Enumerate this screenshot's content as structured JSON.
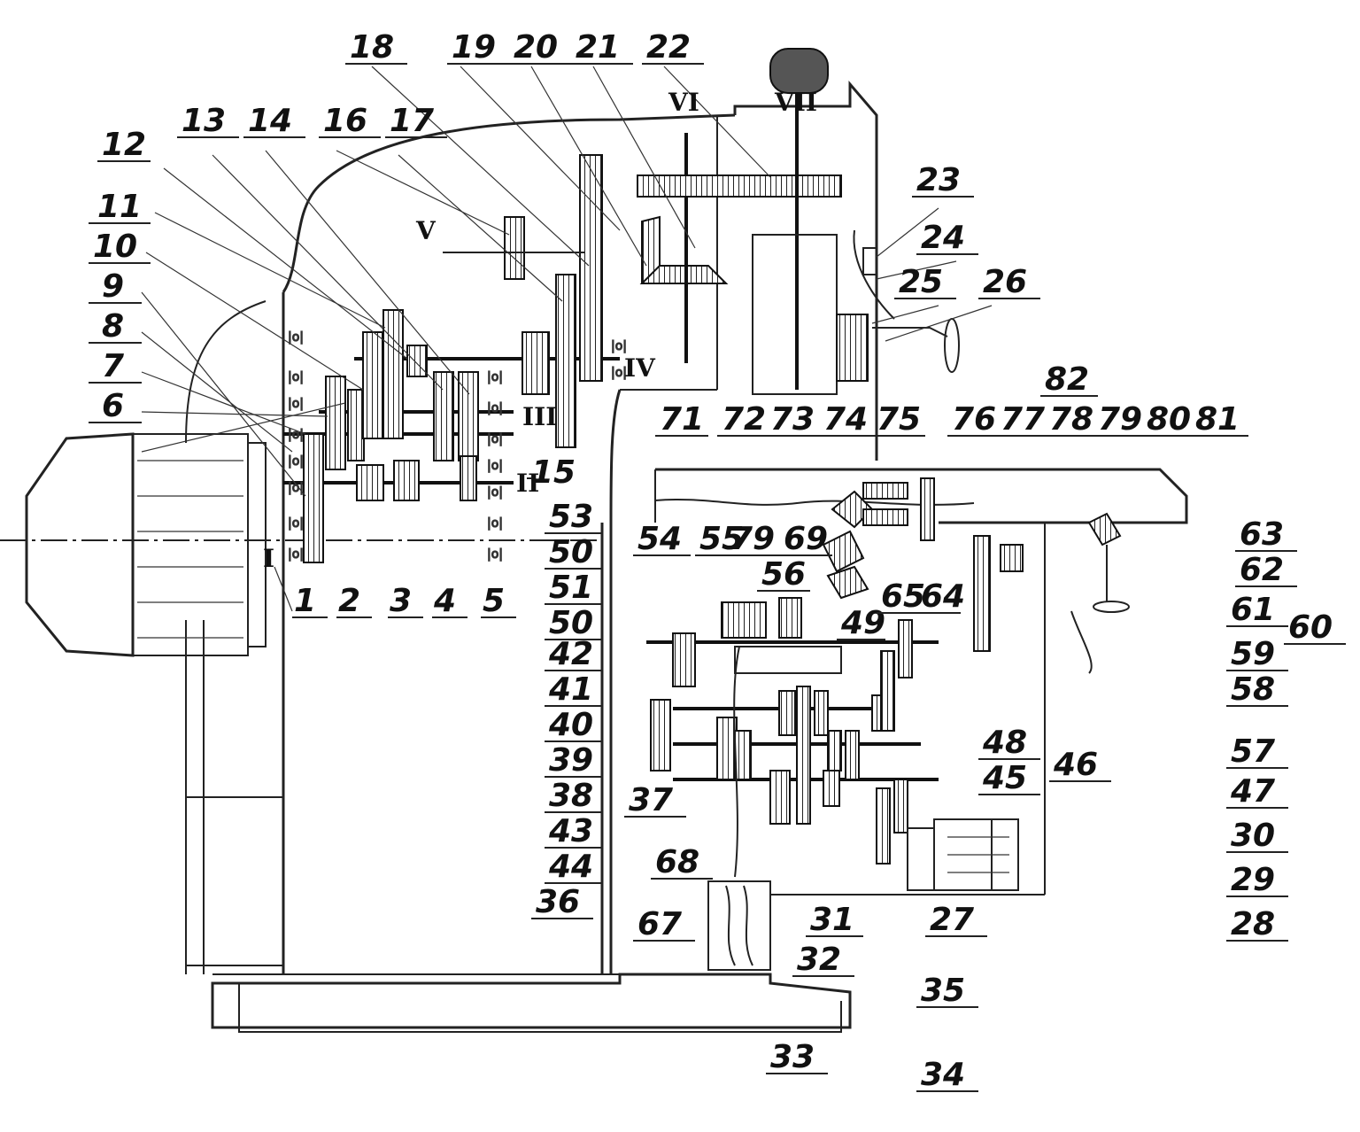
{
  "diagram": {
    "part_numbers": [
      "1",
      "2",
      "3",
      "4",
      "5",
      "6",
      "7",
      "8",
      "9",
      "10",
      "11",
      "12",
      "13",
      "14",
      "15",
      "16",
      "17",
      "18",
      "19",
      "20",
      "21",
      "22",
      "23",
      "24",
      "25",
      "26",
      "27",
      "28",
      "29",
      "30",
      "31",
      "32",
      "33",
      "34",
      "35",
      "36",
      "37",
      "38",
      "39",
      "40",
      "41",
      "42",
      "43",
      "44",
      "45",
      "46",
      "47",
      "48",
      "49",
      "50",
      "50",
      "51",
      "53",
      "54",
      "55",
      "56",
      "57",
      "58",
      "59",
      "60",
      "61",
      "62",
      "63",
      "64",
      "65",
      "67",
      "68",
      "69",
      "71",
      "72",
      "73",
      "74",
      "75",
      "76",
      "77",
      "78",
      "79",
      "79",
      "80",
      "81",
      "82"
    ],
    "shaft_labels": [
      "I",
      "II",
      "III",
      "IV",
      "V",
      "VI",
      "VII"
    ]
  }
}
